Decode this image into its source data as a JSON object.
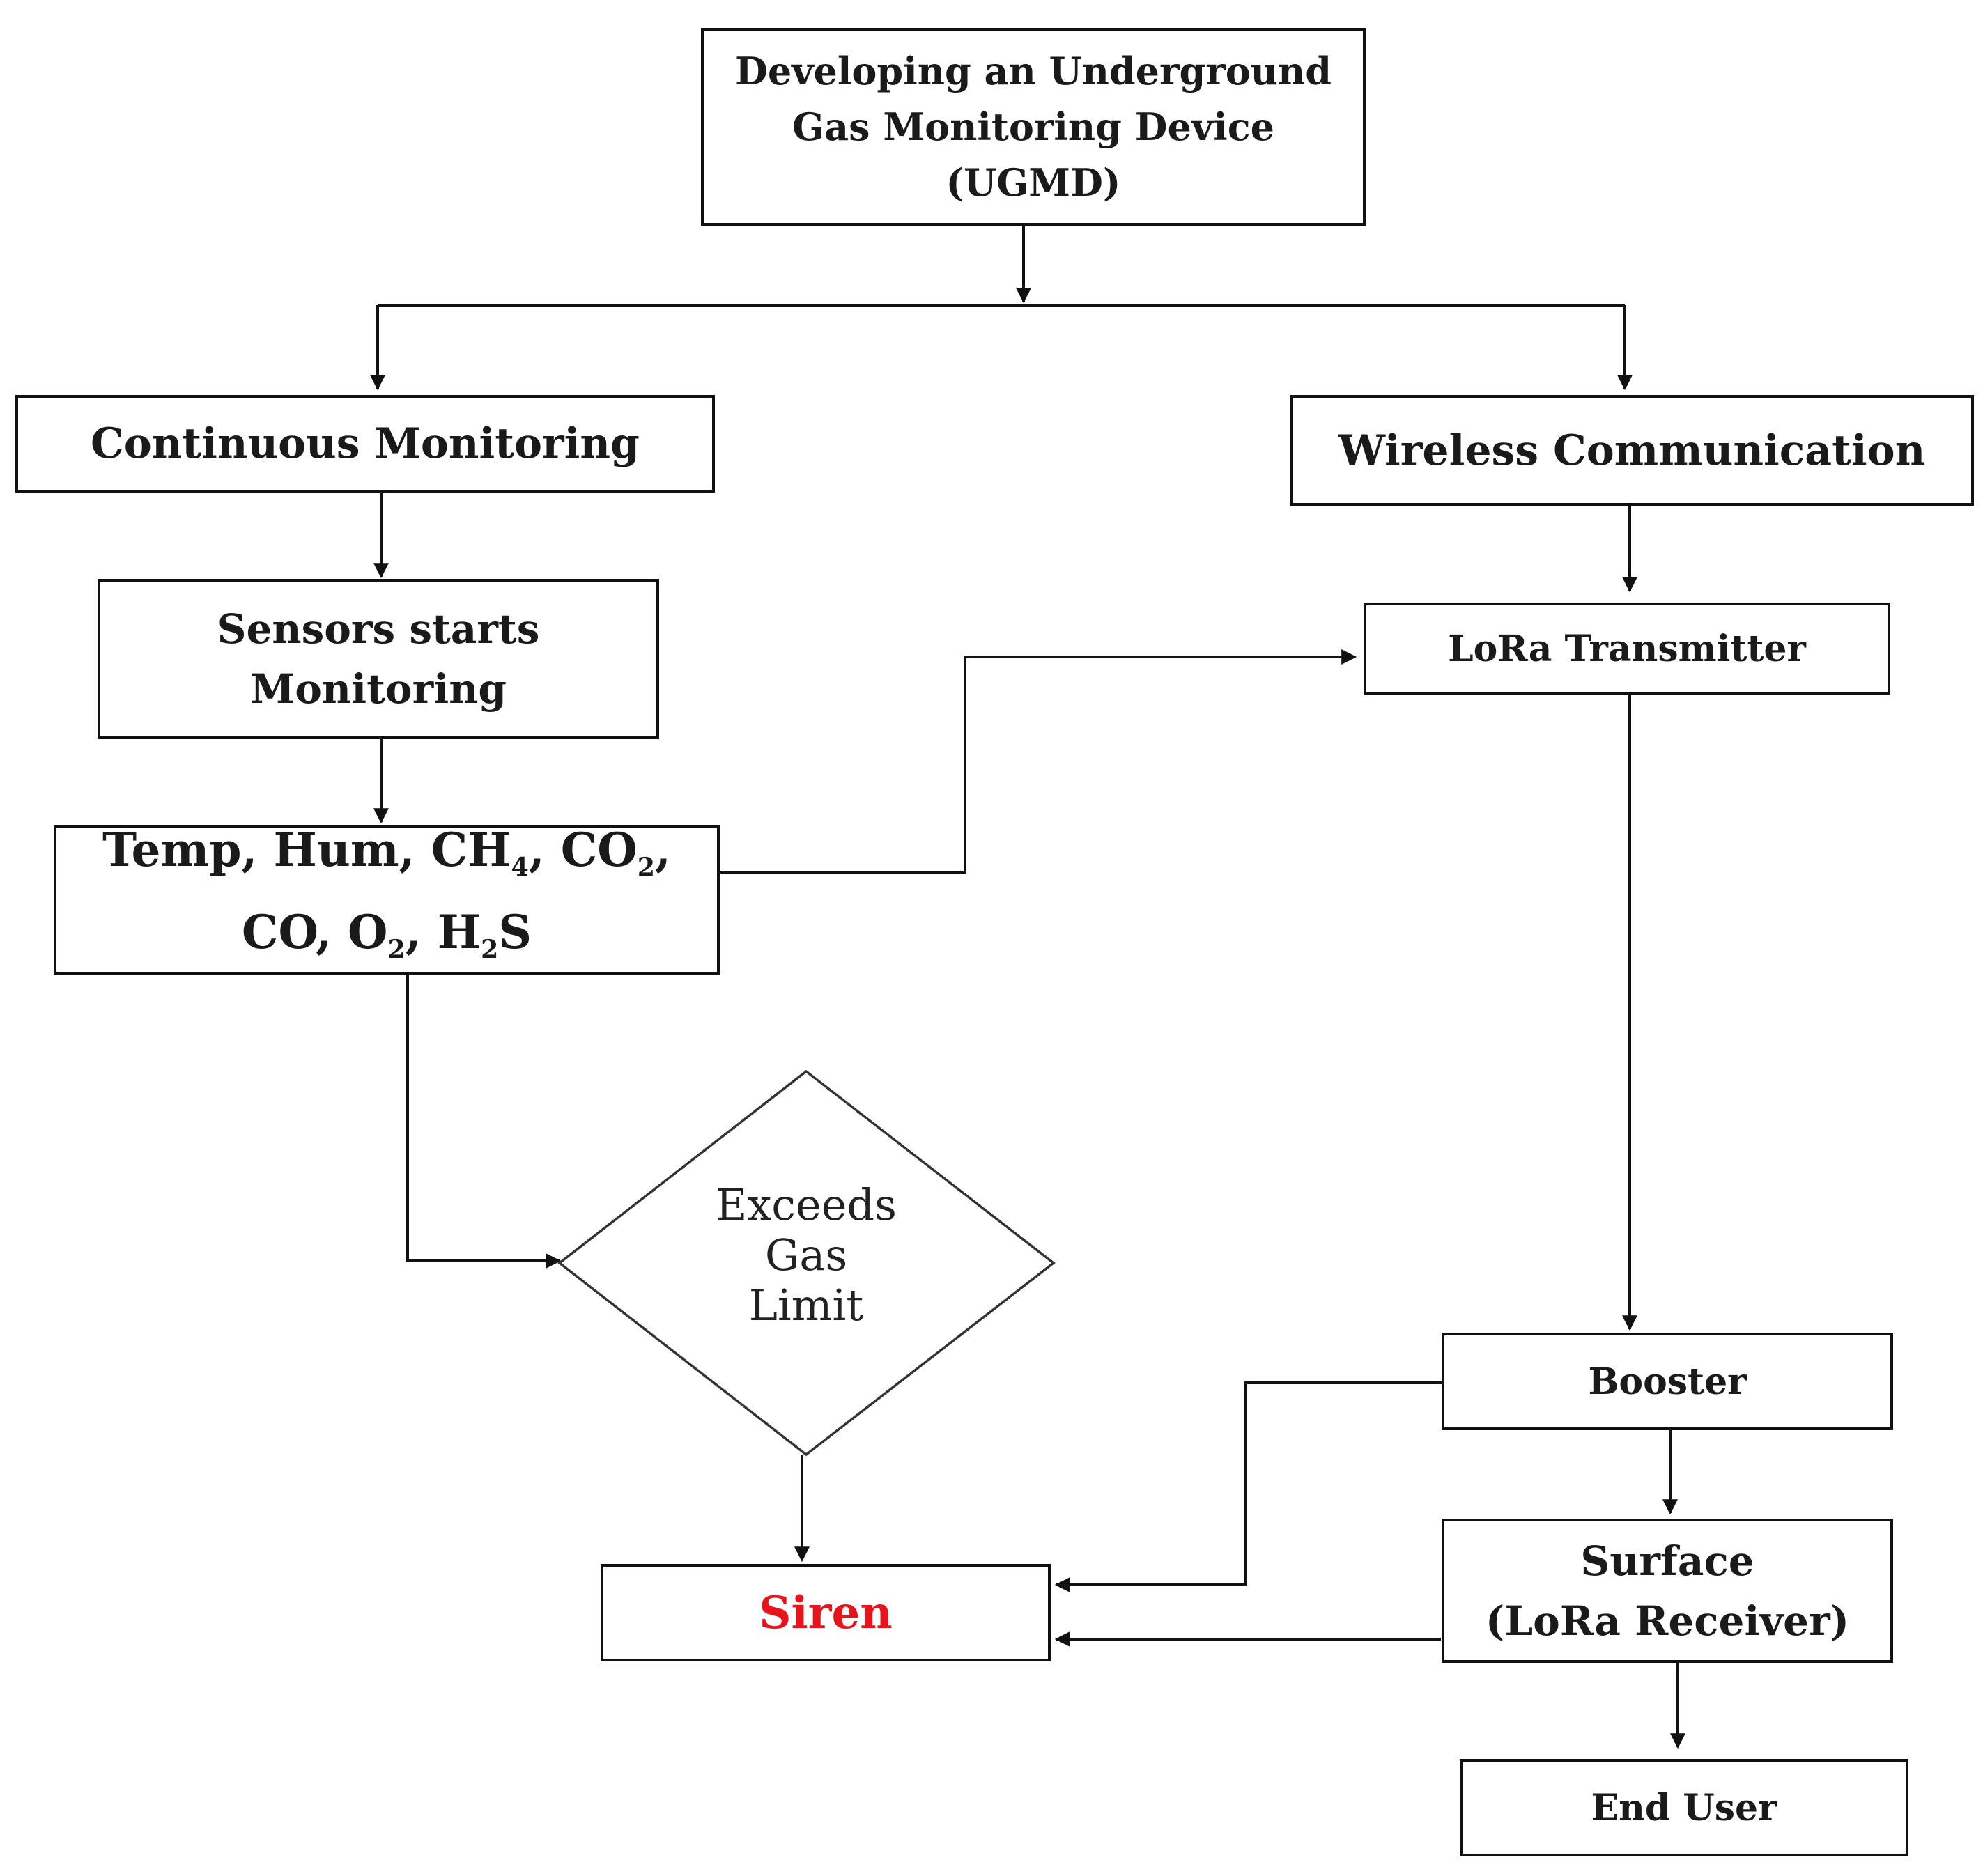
{
  "diagram": {
    "ugmd": {
      "line1": "Developing an Underground",
      "line2": "Gas Monitoring Device",
      "line3": "(UGMD)"
    },
    "continuous_monitoring": "Continuous Monitoring",
    "wireless_communication": "Wireless Communication",
    "sensors": {
      "line1": "Sensors starts",
      "line2": "Monitoring"
    },
    "lora_transmitter": "LoRa Transmitter",
    "gases": {
      "temp": "Temp, Hum, CH",
      "ch4_sub": "4",
      "co2_prefix": ", CO",
      "co2_sub": "2",
      "co2_suffix": ",",
      "co": "CO, O",
      "o2_sub": "2",
      "h2s_prefix": ", H",
      "h2s_sub": "2",
      "h2s_suffix": "S"
    },
    "decision": {
      "line1": "Exceeds",
      "line2": "Gas",
      "line3": "Limit"
    },
    "booster": "Booster",
    "surface": {
      "line1": "Surface",
      "line2": "(LoRa Receiver)"
    },
    "siren": "Siren",
    "end_user": "End User"
  }
}
